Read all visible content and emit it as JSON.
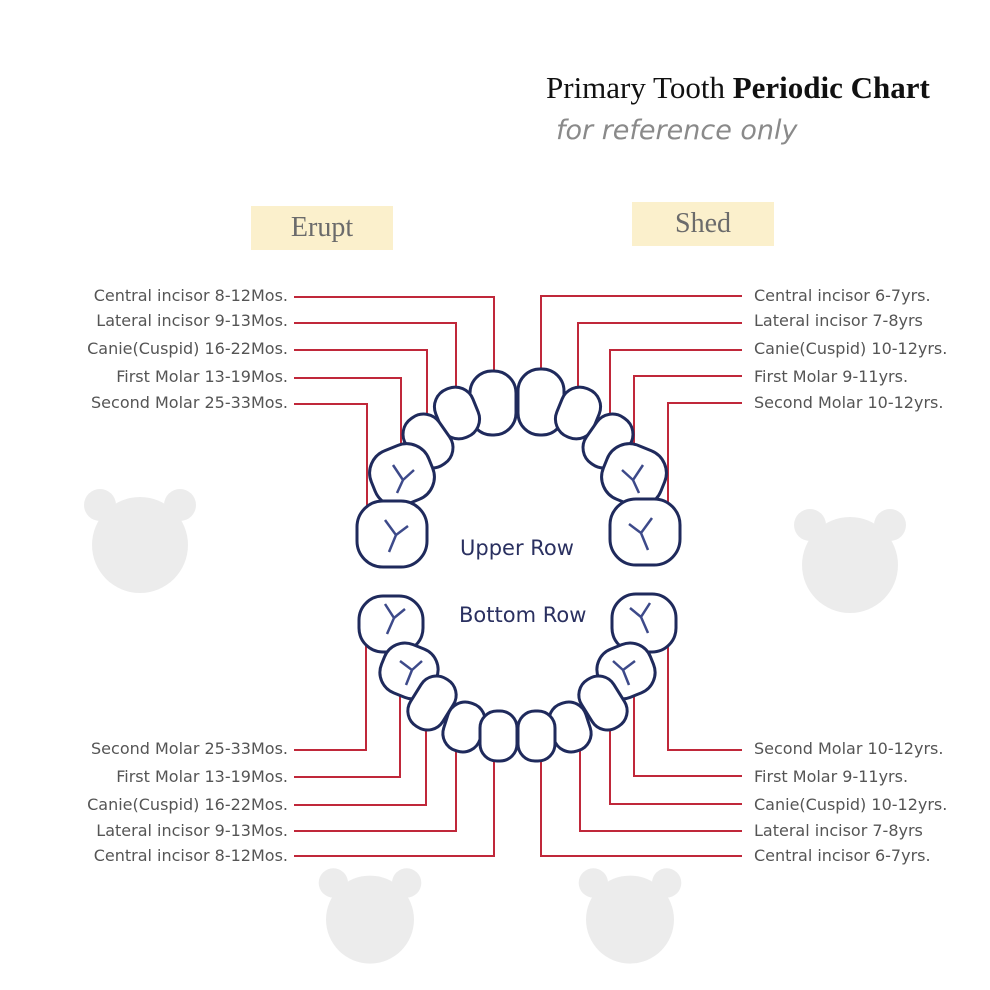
{
  "header": {
    "title_plain": "Primary Tooth",
    "title_bold": "Periodic Chart",
    "subtitle": "for reference only"
  },
  "columns": {
    "erupt": "Erupt",
    "shed": "Shed"
  },
  "rows": {
    "upper": "Upper Row",
    "bottom": "Bottom Row"
  },
  "upper_erupt": [
    "Central incisor 8-12Mos.",
    "Lateral incisor 9-13Mos.",
    "Canie(Cuspid) 16-22Mos.",
    "First Molar 13-19Mos.",
    "Second Molar 25-33Mos."
  ],
  "upper_shed": [
    "Central incisor 6-7yrs.",
    "Lateral incisor 7-8yrs",
    "Canie(Cuspid) 10-12yrs.",
    "First Molar 9-11yrs.",
    "Second Molar 10-12yrs."
  ],
  "lower_erupt": [
    "Second Molar 25-33Mos.",
    "First Molar 13-19Mos.",
    "Canie(Cuspid) 16-22Mos.",
    "Lateral incisor 9-13Mos.",
    "Central incisor 8-12Mos."
  ],
  "lower_shed": [
    "Second Molar 10-12yrs.",
    "First Molar 9-11yrs.",
    "Canie(Cuspid) 10-12yrs.",
    "Lateral incisor 7-8yrs",
    "Central incisor 6-7yrs."
  ],
  "colors": {
    "leader_line": "#c0283a",
    "tooth_outline": "#1f2a5c",
    "chip_bg": "#fbf0cc"
  }
}
